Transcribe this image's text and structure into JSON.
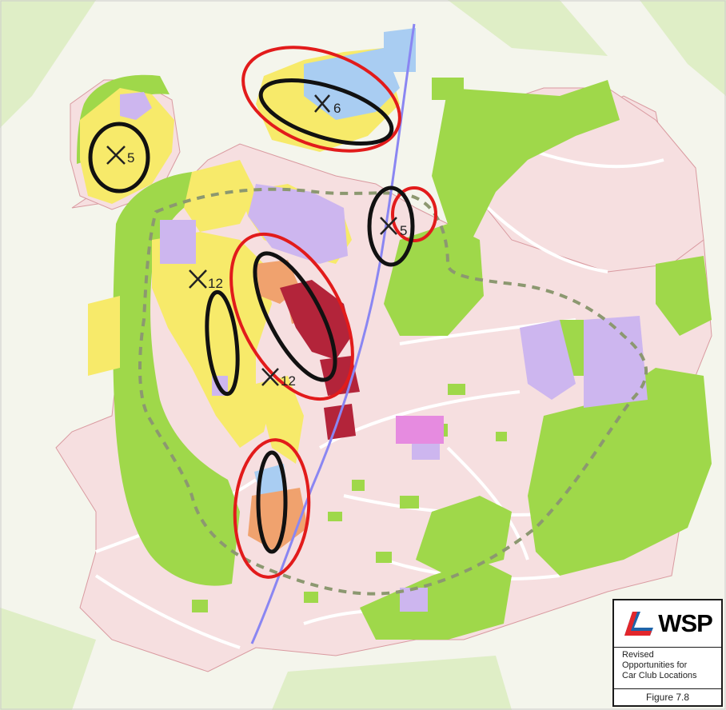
{
  "colors": {
    "residential": "#f6dfe0",
    "green_space": "#9fd84a",
    "light_green": "#cde8a8",
    "development": "#f7ea6a",
    "education": "#cdb6ef",
    "commercial": "#a9cdf2",
    "mixed_use": "#f0a26e",
    "town_centre": "#b3243a",
    "magenta": "#e68be0",
    "rail_line": "#8a86f2",
    "boundary_dash": "#8c9870",
    "red_ring": "#e21b1b",
    "black_ring": "#111111",
    "road": "#ffffff",
    "road_edge": "#d99aa0",
    "wsp_red": "#e2262b",
    "wsp_blue": "#1f64a9"
  },
  "markers": [
    {
      "id": "north",
      "label": "6"
    },
    {
      "id": "northwest",
      "label": "5"
    },
    {
      "id": "east",
      "label": "5"
    },
    {
      "id": "west-upper",
      "label": "12"
    },
    {
      "id": "central",
      "label": "12"
    }
  ],
  "legend": {
    "logo_text": "WSP",
    "title_lines": [
      "Revised",
      "Opportunities for",
      "Car Club Locations"
    ],
    "figure_label": "Figure 7.8"
  }
}
